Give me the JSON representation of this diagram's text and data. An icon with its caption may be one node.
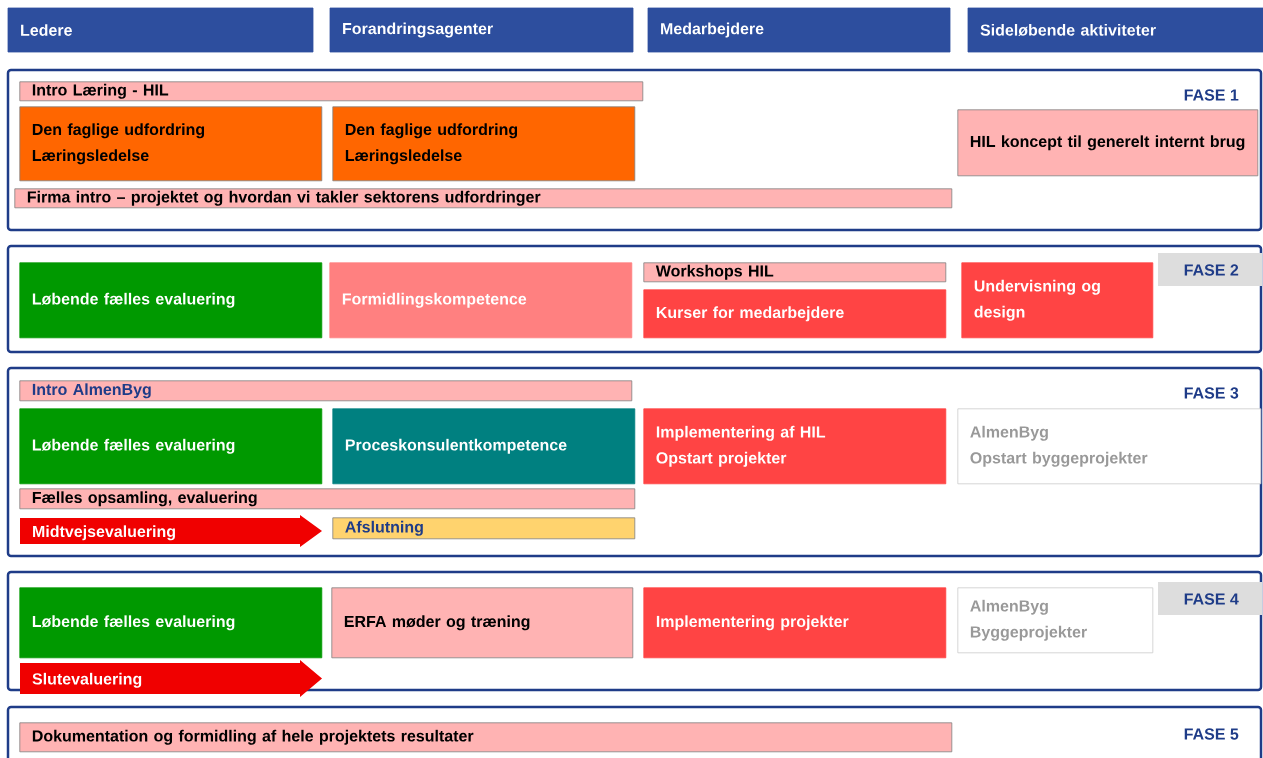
{
  "diagram": {
    "nodes": [
      {
        "text": [
          "Ledere"
        ]
      },
      {
        "text": [
          "Forandringsagenter"
        ]
      },
      {
        "text": [
          "Medarbejdere"
        ]
      },
      {
        "text": [
          "Sideløbende aktiviteter"
        ]
      },
      {
        "text": [
          "FASE 1"
        ]
      },
      {
        "text": [
          "Intro Læring - HIL"
        ],
        "in": 4
      },
      {
        "text": [
          "Den faglige udfordring",
          "Læringsledelse"
        ],
        "in": 4
      },
      {
        "text": [
          "Den faglige udfordring",
          "Læringsledelse"
        ],
        "in": 4
      },
      {
        "text": [
          "HIL koncept til generelt internt brug"
        ],
        "in": 4
      },
      {
        "text": [
          "Firma intro – projektet og hvordan vi takler sektorens udfordringer"
        ],
        "in": 4
      },
      {
        "text": [
          "FASE 2"
        ]
      },
      {
        "text": [
          "Løbende fælles evaluering"
        ],
        "in": 10
      },
      {
        "text": [
          "Formidlingskompetence"
        ],
        "in": 10
      },
      {
        "text": [
          "Workshops HIL"
        ],
        "in": 10
      },
      {
        "text": [
          "Kurser for medarbejdere"
        ],
        "in": 10
      },
      {
        "text": [
          "Undervisning og design"
        ],
        "in": 10
      },
      {
        "text": [
          "FASE 3"
        ]
      },
      {
        "text": [
          "Intro AlmenByg"
        ],
        "in": 16
      },
      {
        "text": [
          "Løbende fælles evaluering"
        ],
        "in": 16
      },
      {
        "text": [
          "Proceskonsulentkompetence"
        ],
        "in": 16
      },
      {
        "text": [
          "Implementering af HIL",
          "Opstart projekter"
        ],
        "in": 16
      },
      {
        "text": [
          "AlmenByg",
          "Opstart byggeprojekter"
        ],
        "in": 16
      },
      {
        "text": [
          "Fælles opsamling, evaluering"
        ],
        "in": 16
      },
      {
        "text": [
          "Midtvejsevaluering"
        ],
        "in": 16
      },
      {
        "text": [
          "Afslutning"
        ],
        "in": 16
      },
      {
        "text": [
          "FASE 4"
        ]
      },
      {
        "text": [
          "Løbende fælles evaluering"
        ],
        "in": 25
      },
      {
        "text": [
          "ERFA møder og træning"
        ],
        "in": 25
      },
      {
        "text": [
          "Implementering projekter"
        ],
        "in": 25
      },
      {
        "text": [
          "AlmenByg",
          "Byggeprojekter"
        ],
        "in": 25
      },
      {
        "text": [
          "Slutevaluering"
        ],
        "in": 25
      },
      {
        "text": [
          "FASE 5"
        ]
      },
      {
        "text": [
          "Dokumentation og formidling af hele projektets resultater"
        ],
        "in": 31
      }
    ]
  }
}
